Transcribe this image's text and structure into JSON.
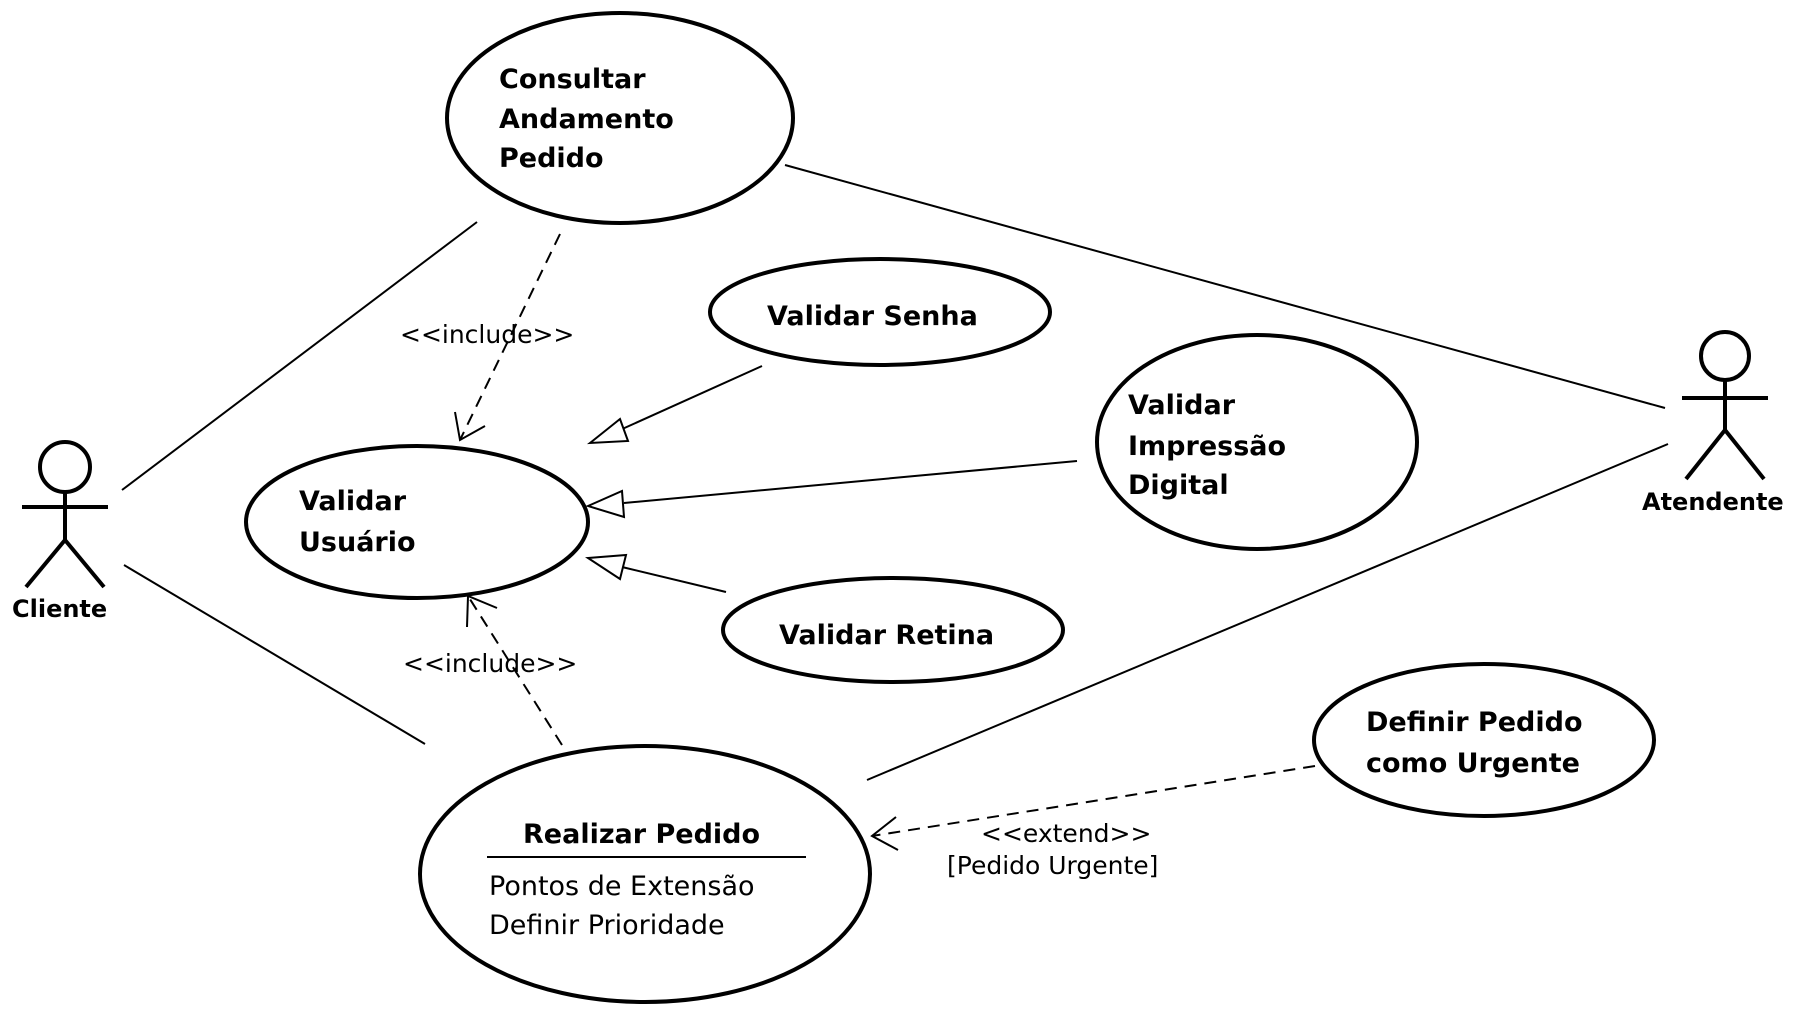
{
  "actors": {
    "cliente": "Cliente",
    "atendente": "Atendente"
  },
  "use_cases": {
    "consultar": [
      "Consultar",
      "Andamento",
      "Pedido"
    ],
    "validar_usuario": [
      "Validar",
      "Usuário"
    ],
    "validar_senha": "Validar Senha",
    "validar_impressao": [
      "Validar",
      "Impressão",
      "Digital"
    ],
    "validar_retina": "Validar Retina",
    "definir_urgente": [
      "Definir Pedido",
      "como Urgente"
    ],
    "realizar_pedido": {
      "name": "Realizar Pedido",
      "extension_points_title": "Pontos de Extensão",
      "extension_point": "Definir Prioridade"
    }
  },
  "relationships": {
    "include_top": "<<include>>",
    "include_bottom": "<<include>>",
    "extend": "<<extend>>",
    "extend_condition": "[Pedido Urgente]"
  }
}
